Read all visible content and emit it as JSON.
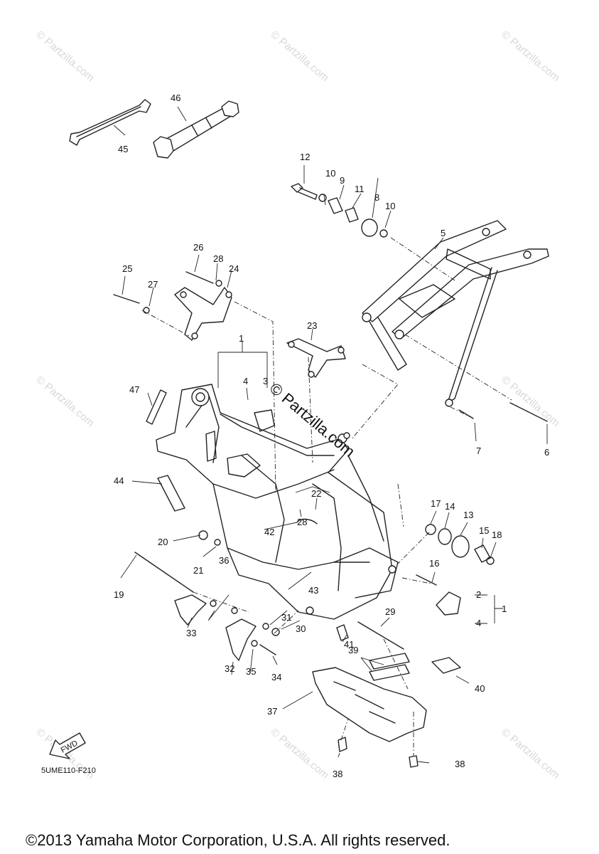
{
  "diagram_code": "5UME110-F210",
  "copyright": "©2013 Yamaha Motor Corporation, U.S.A. All rights reserved.",
  "watermark_center": "© Partzilla.com",
  "watermark_tile": "© Partzilla.com",
  "fwd_label": "FWD",
  "callouts": {
    "c1a": "1",
    "c1b": "1",
    "c2": "2",
    "c3": "3",
    "c4a": "4",
    "c4b": "4",
    "c5": "5",
    "c6": "6",
    "c7": "7",
    "c8": "8",
    "c9": "9",
    "c10a": "10",
    "c10b": "10",
    "c11": "11",
    "c12": "12",
    "c13": "13",
    "c14": "14",
    "c15": "15",
    "c16": "16",
    "c17": "17",
    "c18": "18",
    "c19": "19",
    "c20": "20",
    "c21": "21",
    "c22": "22",
    "c23": "23",
    "c24": "24",
    "c25": "25",
    "c26": "26",
    "c27": "27",
    "c28a": "28",
    "c28b": "28",
    "c29": "29",
    "c30": "30",
    "c31": "31",
    "c32": "32",
    "c33": "33",
    "c34": "34",
    "c35": "35",
    "c36": "36",
    "c37": "37",
    "c38a": "38",
    "c38b": "38",
    "c39": "39",
    "c40": "40",
    "c41": "41",
    "c42": "42",
    "c43": "43",
    "c44": "44",
    "c45": "45",
    "c46": "46",
    "c47": "47"
  }
}
